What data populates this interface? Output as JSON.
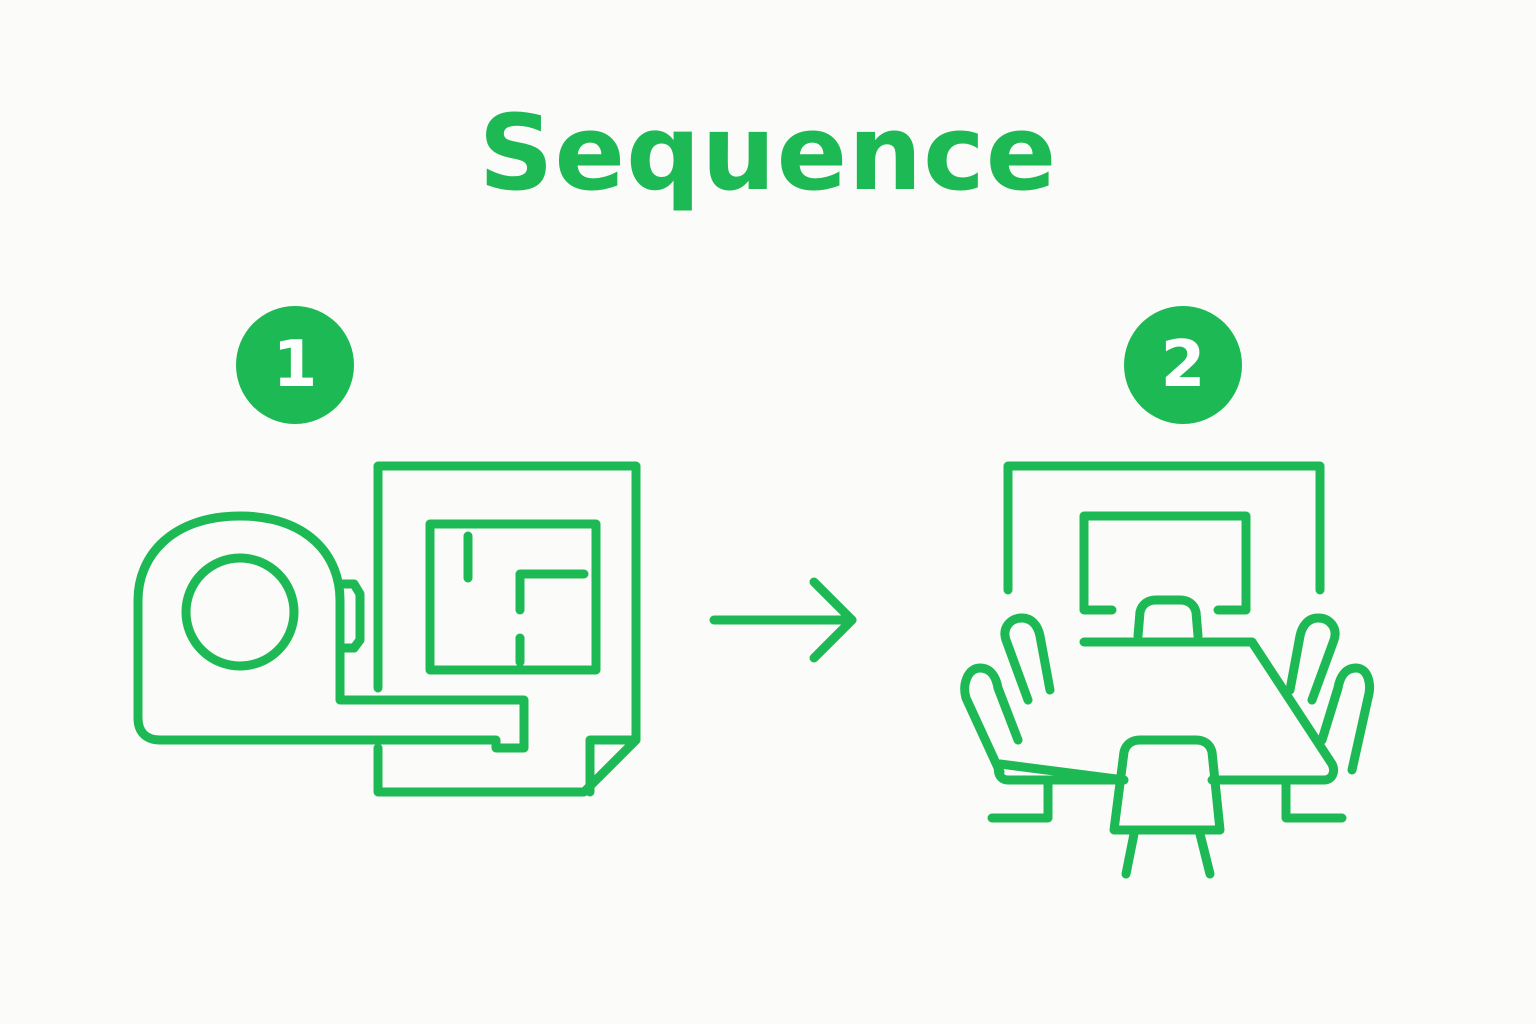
{
  "title": "Sequence",
  "accent_color": "#1db954",
  "steps": [
    {
      "number": "1",
      "icon": "tape-measure-floor-plan-icon"
    },
    {
      "number": "2",
      "icon": "conference-room-icon"
    }
  ],
  "connector": {
    "icon": "arrow-right-icon"
  }
}
